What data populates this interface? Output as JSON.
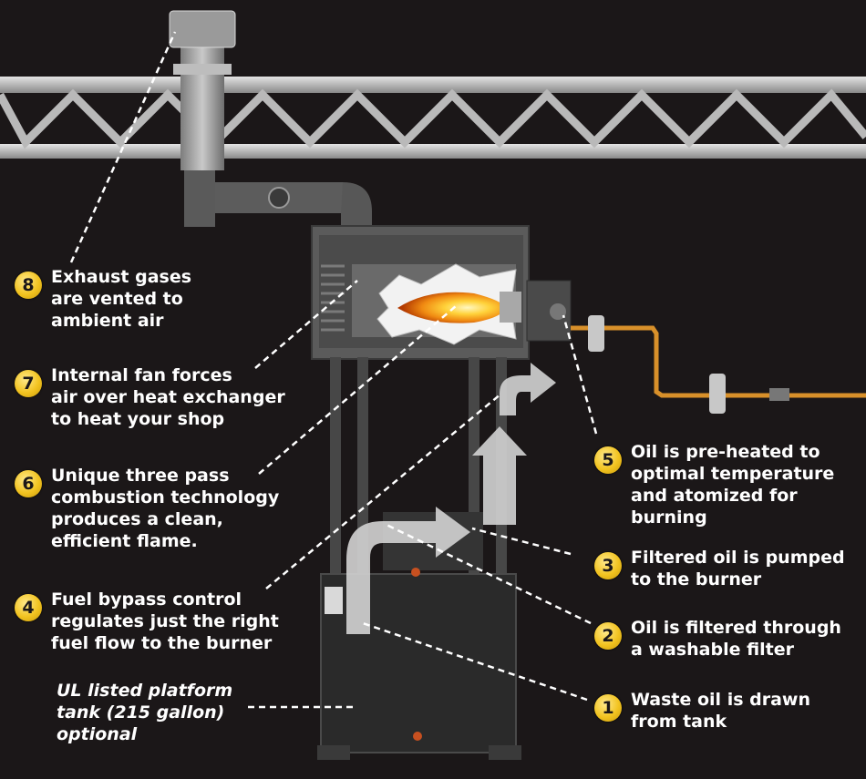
{
  "callouts": [
    {
      "number": "8",
      "text": "Exhaust gases\nare vented to\nambient air"
    },
    {
      "number": "7",
      "text": "Internal fan forces\nair over heat exchanger\nto heat your shop"
    },
    {
      "number": "6",
      "text": "Unique three pass\ncombustion technology\nproduces a clean,\nefficient flame."
    },
    {
      "number": "4",
      "text": "Fuel bypass control\nregulates just the right\nfuel flow to the burner"
    },
    {
      "number": "5",
      "text": "Oil is pre-heated to\noptimal temperature\nand atomized for\nburning"
    },
    {
      "number": "3",
      "text": "Filtered oil is pumped\nto the burner"
    },
    {
      "number": "2",
      "text": "Oil is filtered through\na washable filter"
    },
    {
      "number": "1",
      "text": "Waste oil is drawn\nfrom tank"
    }
  ],
  "note": "UL listed platform\ntank (215 gallon)\noptional",
  "colors": {
    "background": "#1b1718",
    "badge": "#f2c320",
    "arrow": "#cfcfcf",
    "fuel_line": "#d8902a"
  }
}
